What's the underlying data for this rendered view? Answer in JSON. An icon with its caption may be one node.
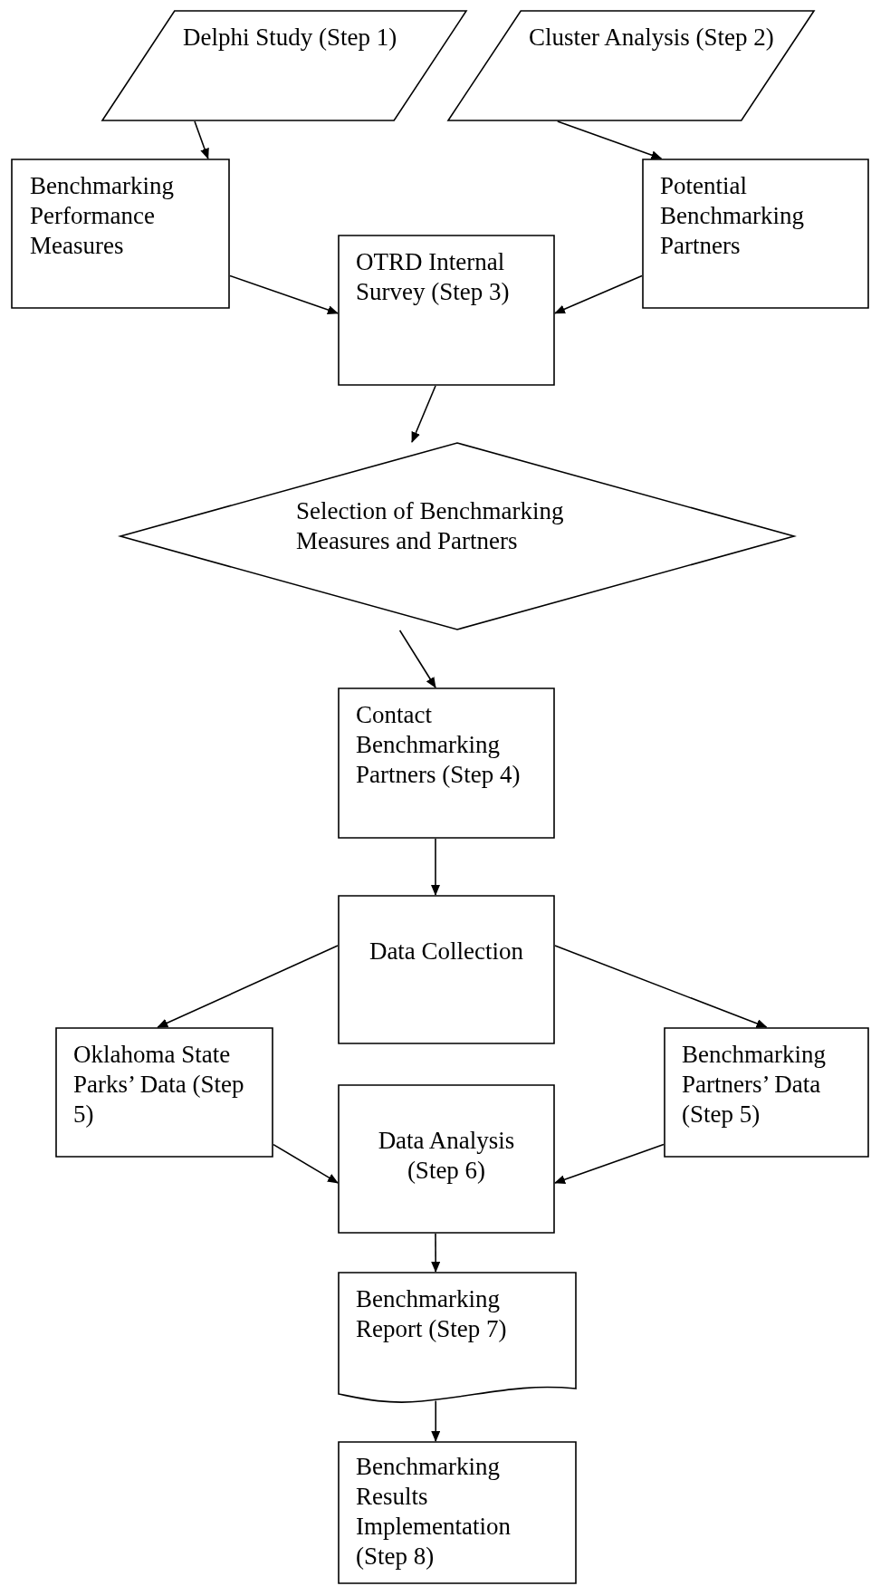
{
  "diagram": {
    "nodes": [
      {
        "text": [
          "Delphi Study (Step 1)"
        ]
      },
      {
        "text": [
          "Cluster Analysis (Step 2)"
        ]
      },
      {
        "text": [
          "Benchmarking Performance Measures"
        ]
      },
      {
        "text": [
          "Potential Benchmarking Partners"
        ]
      },
      {
        "text": [
          "OTRD Internal Survey (Step 3)"
        ]
      },
      {
        "text": [
          "Selection of Benchmarking Measures and Partners"
        ]
      },
      {
        "text": [
          "Contact Benchmarking Partners (Step 4)"
        ]
      },
      {
        "text": [
          "Data Collection"
        ]
      },
      {
        "text": [
          "Oklahoma State Parks’ Data (Step 5)"
        ]
      },
      {
        "text": [
          "Benchmarking Partners’ Data (Step 5)"
        ]
      },
      {
        "text": [
          "Data Analysis (Step 6)"
        ]
      },
      {
        "text": [
          "Benchmarking Report (Step 7)"
        ]
      },
      {
        "text": [
          "Benchmarking Results Implementation (Step 8)"
        ]
      }
    ],
    "edges": [
      {
        "from": 0,
        "to": 2,
        "arrow": "to"
      },
      {
        "from": 1,
        "to": 3,
        "arrow": "to"
      },
      {
        "from": 2,
        "to": 4,
        "arrow": "to"
      },
      {
        "from": 3,
        "to": 4,
        "arrow": "to"
      },
      {
        "from": 4,
        "to": 5,
        "arrow": "to"
      },
      {
        "from": 5,
        "to": 6,
        "arrow": "to"
      },
      {
        "from": 6,
        "to": 7,
        "arrow": "to"
      },
      {
        "from": 7,
        "to": 8,
        "arrow": "to"
      },
      {
        "from": 7,
        "to": 9,
        "arrow": "to"
      },
      {
        "from": 8,
        "to": 10,
        "arrow": "to"
      },
      {
        "from": 9,
        "to": 10,
        "arrow": "to"
      },
      {
        "from": 10,
        "to": 11,
        "arrow": "to"
      },
      {
        "from": 11,
        "to": 12,
        "arrow": "to"
      }
    ]
  }
}
